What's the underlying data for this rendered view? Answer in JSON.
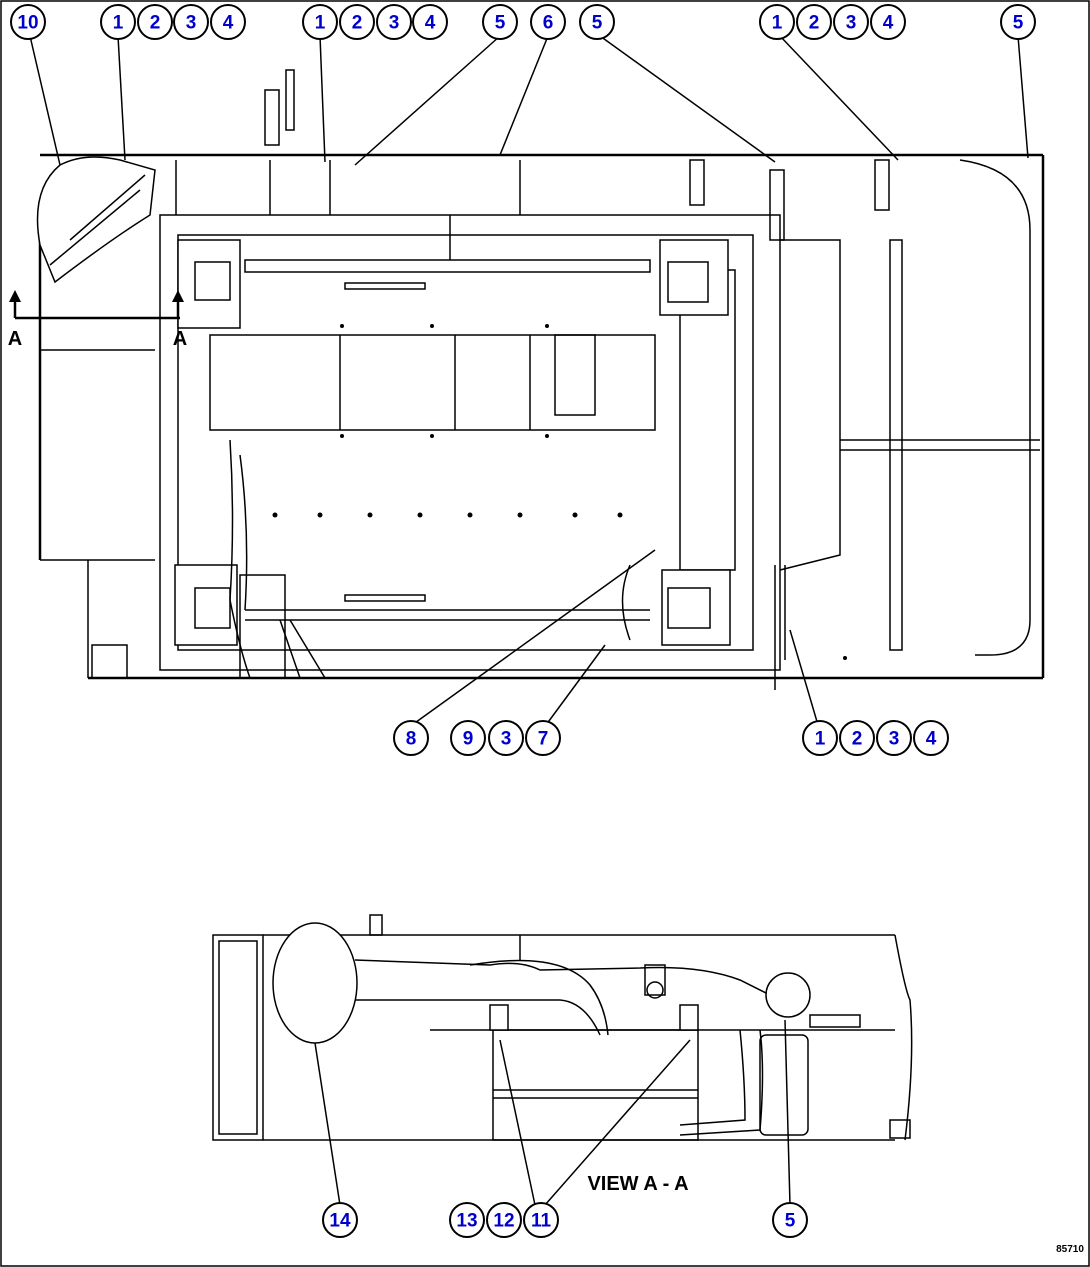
{
  "callouts_top_row": [
    "10",
    "1",
    "2",
    "3",
    "4",
    "1",
    "2",
    "3",
    "4",
    "5",
    "6",
    "5",
    "1",
    "2",
    "3",
    "4",
    "5"
  ],
  "callouts_mid_row": [
    "8",
    "9",
    "3",
    "7",
    "1",
    "2",
    "3",
    "4"
  ],
  "callouts_bottom_row": [
    "14",
    "13",
    "12",
    "11",
    "5"
  ],
  "section_marker_letter": "A",
  "view_label": "VIEW A - A",
  "drawing_number": "85710",
  "colors": {
    "callout_text": "#0000cc",
    "line": "#000000",
    "background": "#ffffff"
  }
}
